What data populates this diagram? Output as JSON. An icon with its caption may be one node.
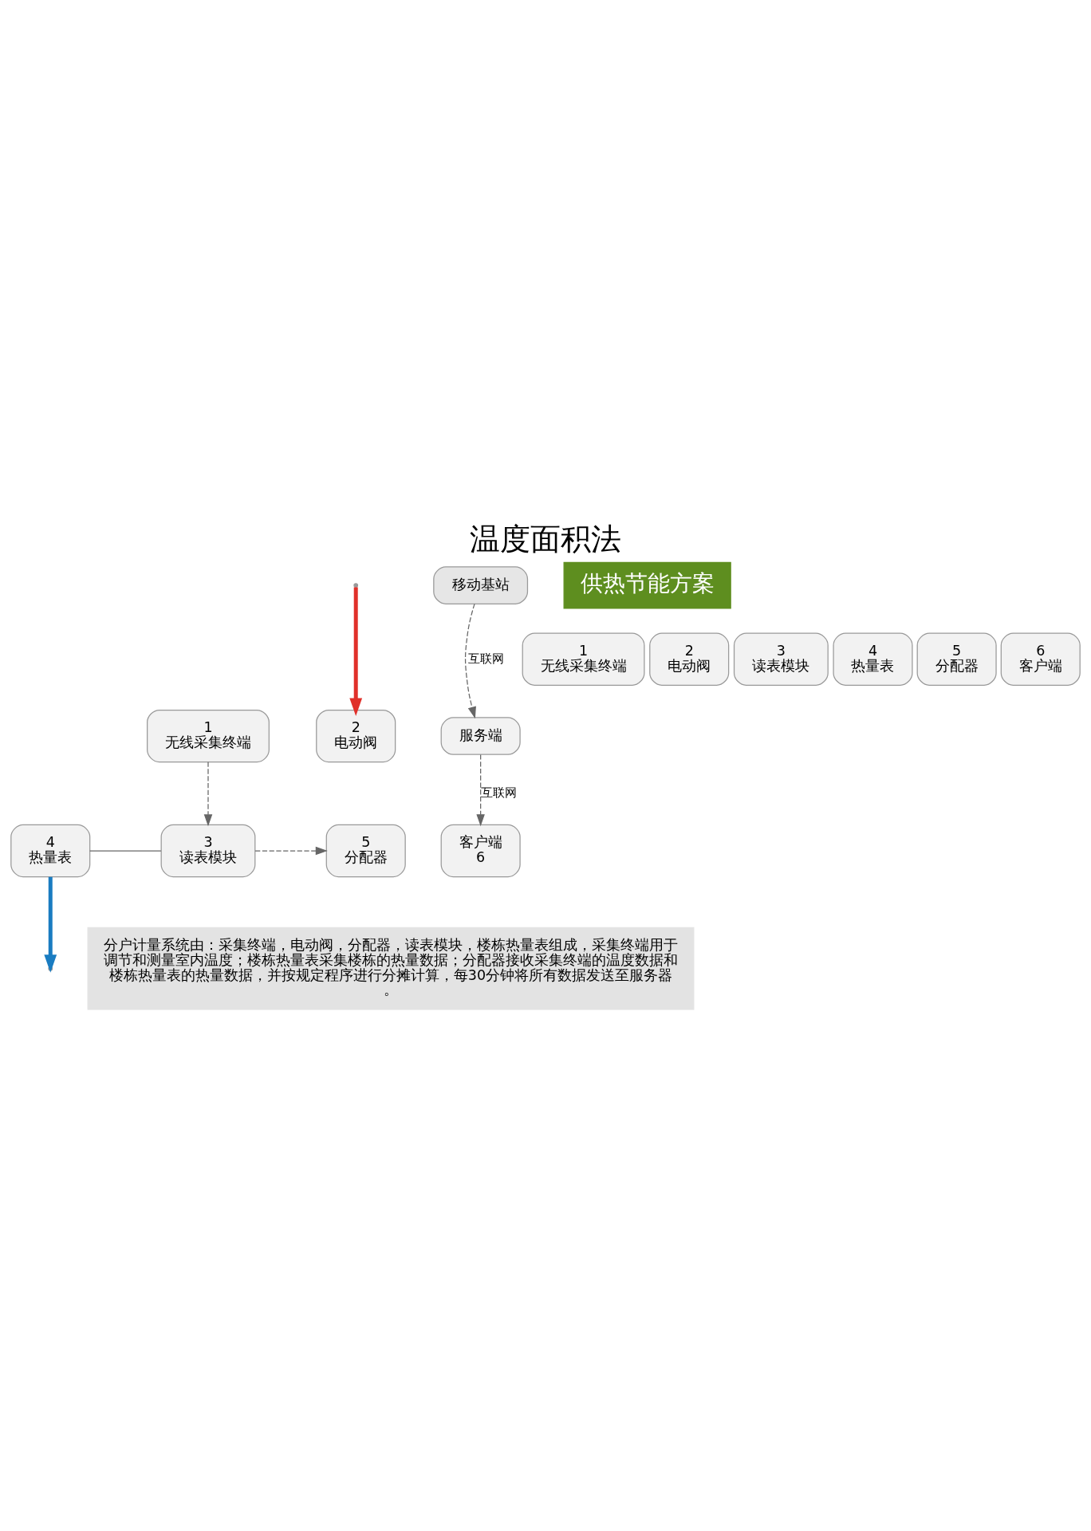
{
  "diagram": {
    "title": "温度面积法",
    "nodes": [
      {
        "text": [
          "1",
          "无线采集终端"
        ]
      },
      {
        "text": [
          "2",
          "电动阀"
        ]
      },
      {
        "text": [
          "3",
          "读表模块"
        ]
      },
      {
        "text": [
          "4",
          "热量表"
        ]
      },
      {
        "text": [
          "5",
          "分配器"
        ]
      },
      {
        "text": [
          "移动基站"
        ]
      },
      {
        "text": [
          "服务端"
        ]
      },
      {
        "text": [
          "客户端",
          "6"
        ]
      },
      {
        "text": [
          "1",
          "无线采集终端"
        ]
      },
      {
        "text": [
          "2",
          "电动阀"
        ]
      },
      {
        "text": [
          "3",
          "读表模块"
        ]
      },
      {
        "text": [
          "4",
          "热量表"
        ]
      },
      {
        "text": [
          "5",
          "分配器"
        ]
      },
      {
        "text": [
          "6",
          "客户端"
        ]
      }
    ],
    "edges": [
      {
        "from": 0,
        "to": 2,
        "arrow": "to",
        "style": "dashed"
      },
      {
        "from": 2,
        "to": 4,
        "arrow": "to",
        "style": "dashed"
      },
      {
        "from": 3,
        "to": 2,
        "arrow": "none"
      },
      {
        "from": 5,
        "to": 6,
        "label": "互联网",
        "arrow": "to",
        "style": "dashed"
      },
      {
        "from": 6,
        "to": 7,
        "label": "互联网",
        "arrow": "to",
        "style": "dashed"
      },
      {
        "from": null,
        "to": 1,
        "arrow": "to",
        "style": "thick",
        "color": "#e0302a"
      },
      {
        "from": 3,
        "to": null,
        "arrow": "to",
        "style": "thick",
        "color": "#1a7cc1"
      }
    ],
    "labels": [
      "供热节能方案",
      "分户计量系统由：采集终端，电动阀，分配器，读表模块，楼栋热量表组成，采集终端用于调节和测量室内温度；楼栋热量表采集楼栋的热量数据；分配器接收采集终端的温度数据和楼栋热量表的热量数据，并按规定程序进行分摊计算，每30分钟将所有数据发送至服务器。"
    ]
  }
}
